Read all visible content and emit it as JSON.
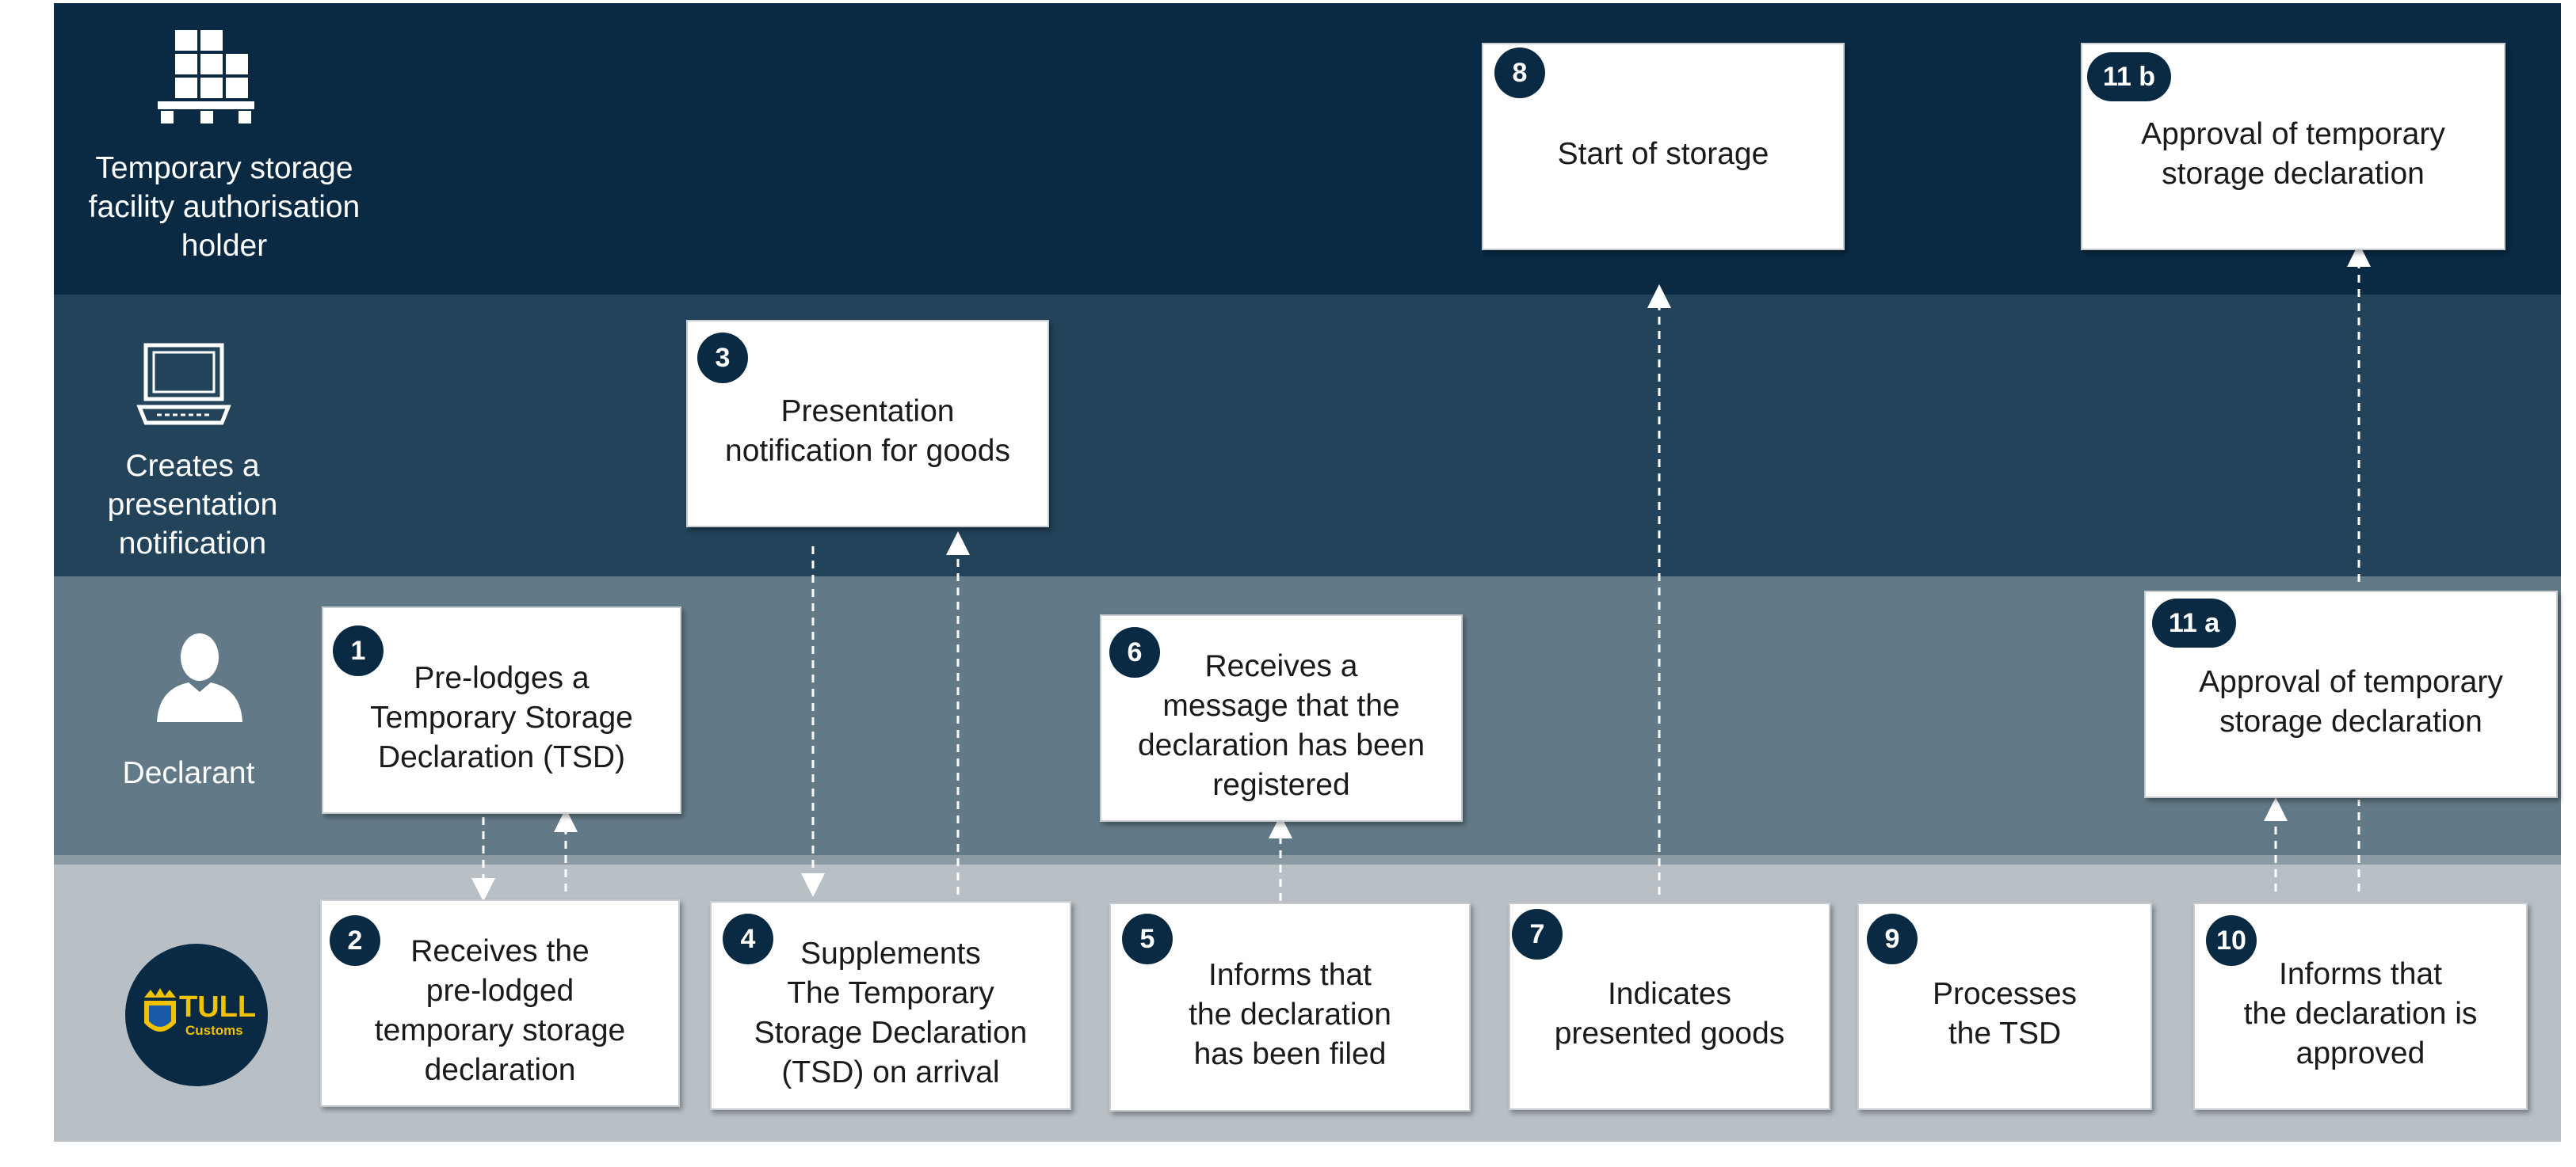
{
  "lanes": {
    "facility": "Temporary storage\nfacility authorisation\nholder",
    "system": "Creates a\npresentation\nnotification",
    "declarant": "Declarant"
  },
  "customs_logo": {
    "brand": "TULL",
    "sub": "Customs"
  },
  "steps": {
    "s1": {
      "num": "1",
      "text": "Pre-lodges a\nTemporary Storage\nDeclaration (TSD)"
    },
    "s2": {
      "num": "2",
      "text": "Receives the\npre-lodged\ntemporary storage\ndeclaration"
    },
    "s3": {
      "num": "3",
      "text": "Presentation\nnotification for goods"
    },
    "s4": {
      "num": "4",
      "text": "Supplements\nThe Temporary\nStorage Declaration\n(TSD) on arrival"
    },
    "s5": {
      "num": "5",
      "text": "Informs that\nthe declaration\nhas been filed"
    },
    "s6": {
      "num": "6",
      "text": "Receives a\nmessage that the\ndeclaration has been\nregistered"
    },
    "s7": {
      "num": "7",
      "text": "Indicates\npresented goods"
    },
    "s8": {
      "num": "8",
      "text": "Start of storage"
    },
    "s9": {
      "num": "9",
      "text": "Processes\nthe TSD"
    },
    "s10": {
      "num": "10",
      "text": "Informs that\nthe declaration is\napproved"
    },
    "s11a": {
      "num": "11 a",
      "text": "Approval of temporary\nstorage declaration"
    },
    "s11b": {
      "num": "11 b",
      "text": "Approval of temporary\nstorage declaration"
    }
  },
  "colors": {
    "lane_facility": "#0a2a44",
    "lane_system": "#23435a",
    "lane_declarant": "#627a87",
    "lane_customs": "#b8c0c6",
    "badge": "#0a2a44",
    "logo_gold": "#f2c200"
  },
  "icons": {
    "facility": "pallet-boxes-icon",
    "system": "laptop-icon",
    "declarant": "person-icon",
    "customs": "customs-logo-icon"
  }
}
